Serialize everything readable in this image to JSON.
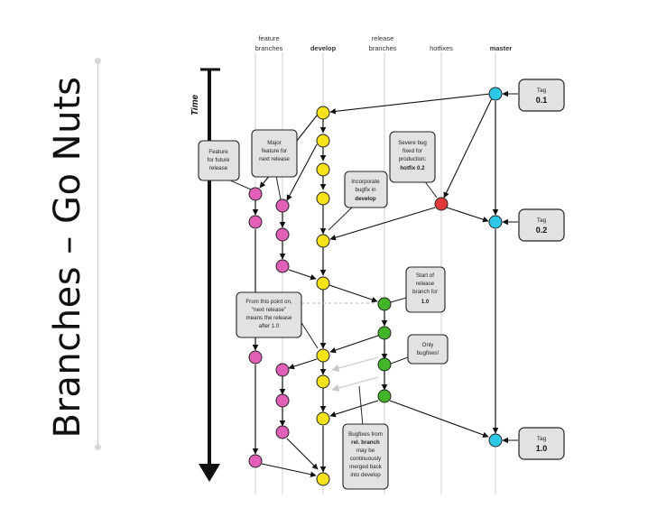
{
  "slide": {
    "title": "Branches – Go Nuts"
  },
  "diagram": {
    "time_label": "Time",
    "columns": [
      {
        "line1": "feature",
        "line2": "branches",
        "bold": false
      },
      {
        "line1": "",
        "line2": "develop",
        "bold": true
      },
      {
        "line1": "release",
        "line2": "branches",
        "bold": false
      },
      {
        "line1": "",
        "line2": "hotfixes",
        "bold": false
      },
      {
        "line1": "",
        "line2": "master",
        "bold": true
      }
    ],
    "tags": [
      {
        "small": "Tag",
        "big": "0.1"
      },
      {
        "small": "Tag",
        "big": "0.2"
      },
      {
        "small": "Tag",
        "big": "1.0"
      }
    ],
    "callouts": {
      "feature_future": [
        "Feature",
        "for future",
        "release"
      ],
      "major_feature": [
        "Major",
        "feature for",
        "next release"
      ],
      "severe_bug": [
        "Severe bug",
        "fixed for",
        "production:",
        "hotfix 0.2"
      ],
      "incorporate": [
        "Incorporate",
        "bugfix in",
        "develop"
      ],
      "start_release": [
        "Start of",
        "release",
        "branch for",
        "1.0"
      ],
      "from_this_point": [
        "From this point on,",
        "“next release”",
        "means the release",
        "after 1.0"
      ],
      "only_bugfixes": [
        "Only",
        "bugfixes!"
      ],
      "bugfixes_from": [
        "Bugfixes from",
        "rel. branch",
        "may be",
        "continuously",
        "merged back",
        "into develop"
      ]
    },
    "colors": {
      "feature": "#e25fb8",
      "develop": "#f6e21a",
      "release": "#43b52a",
      "hotfix": "#e23b3b",
      "master": "#2ec7e8",
      "lane": "#e8e8e8",
      "callout_fill": "#e2e2e2"
    }
  }
}
